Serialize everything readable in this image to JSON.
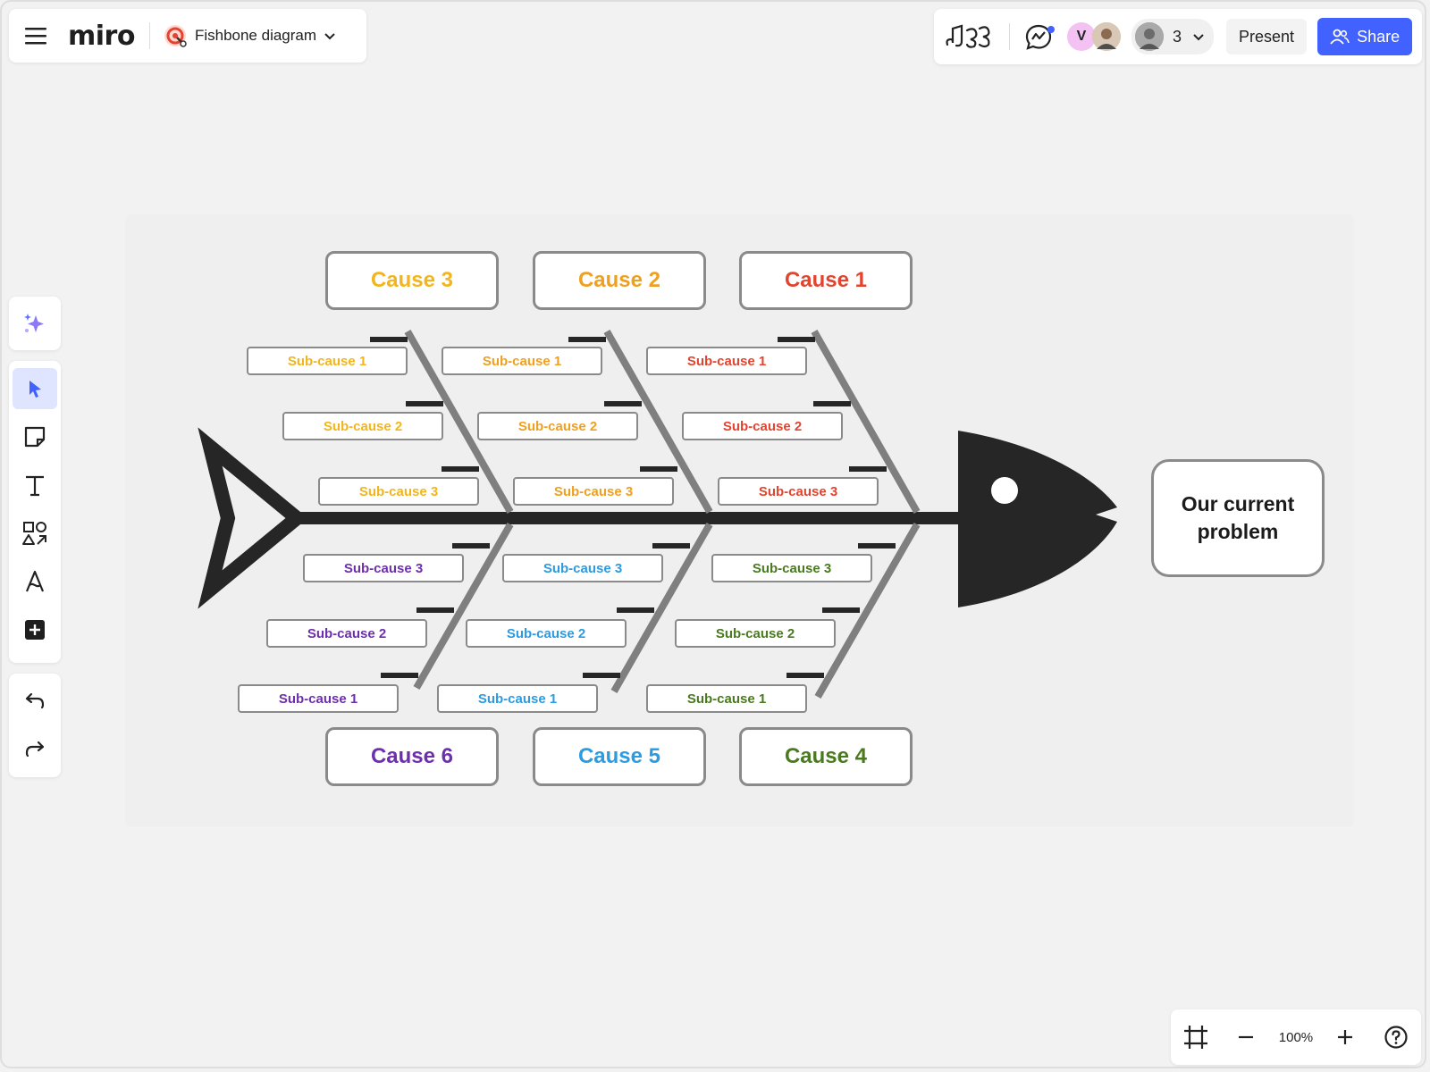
{
  "app": {
    "logo": "miro",
    "board_title": "Fishbone diagram"
  },
  "header": {
    "avatar_letter": "V",
    "collaborator_count": "3",
    "present_label": "Present",
    "share_label": "Share",
    "share_color": "#4262ff"
  },
  "toolbar": {
    "tools": [
      "ai-sparkle-icon",
      "select-cursor-icon",
      "sticky-note-icon",
      "text-icon",
      "shapes-icon",
      "pen-icon",
      "add-icon"
    ],
    "history": [
      "undo-icon",
      "redo-icon"
    ],
    "active_tool": "select-cursor-icon"
  },
  "zoom": {
    "level": "100%"
  },
  "diagram": {
    "problem": "Our current problem",
    "colors": {
      "cause1": "#e2442f",
      "cause2": "#f0a020",
      "cause3": "#f2b51c",
      "cause4": "#4a7a1f",
      "cause5": "#2d9be0",
      "cause6": "#6d2fad"
    },
    "top_causes": [
      {
        "label": "Cause 3",
        "subs": [
          "Sub-cause 1",
          "Sub-cause 2",
          "Sub-cause 3"
        ]
      },
      {
        "label": "Cause 2",
        "subs": [
          "Sub-cause 1",
          "Sub-cause 2",
          "Sub-cause 3"
        ]
      },
      {
        "label": "Cause 1",
        "subs": [
          "Sub-cause 1",
          "Sub-cause 2",
          "Sub-cause 3"
        ]
      }
    ],
    "bottom_causes": [
      {
        "label": "Cause 6",
        "subs": [
          "Sub-cause 3",
          "Sub-cause 2",
          "Sub-cause 1"
        ]
      },
      {
        "label": "Cause 5",
        "subs": [
          "Sub-cause 3",
          "Sub-cause 2",
          "Sub-cause 1"
        ]
      },
      {
        "label": "Cause 4",
        "subs": [
          "Sub-cause 3",
          "Sub-cause 2",
          "Sub-cause 1"
        ]
      }
    ]
  }
}
